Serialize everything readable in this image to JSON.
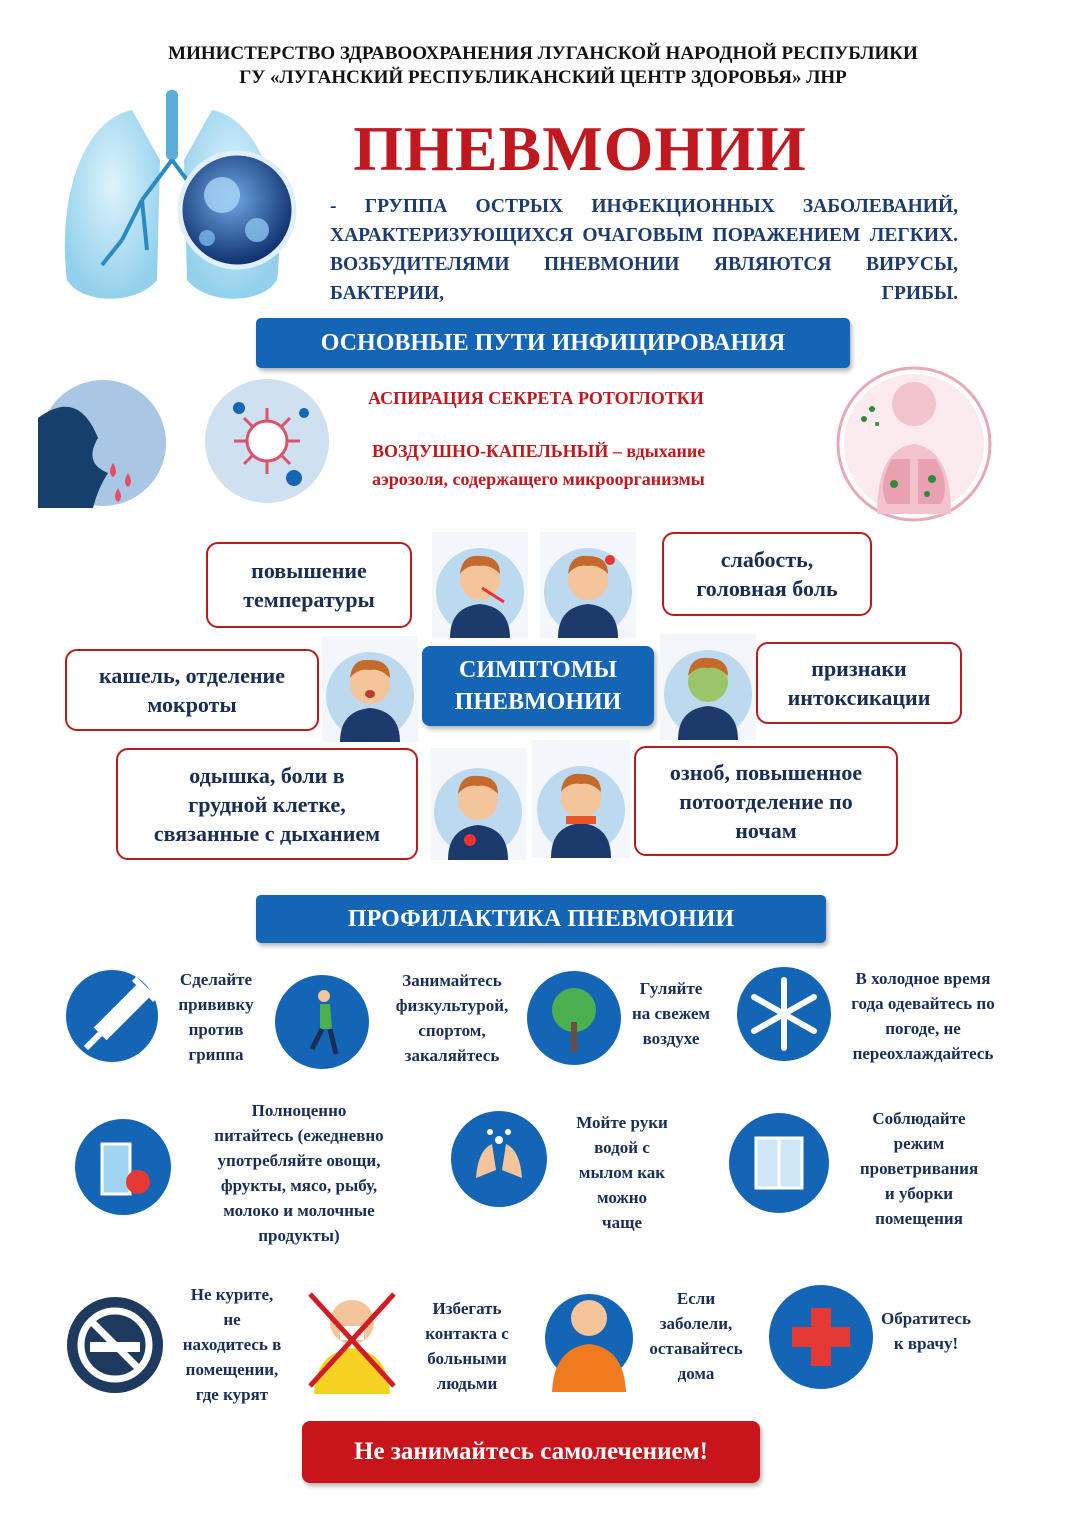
{
  "header": {
    "line1": "МИНИСТЕРСТВО ЗДРАВООХРАНЕНИЯ ЛУГАНСКОЙ НАРОДНОЙ РЕСПУБЛИКИ",
    "line2": "ГУ «ЛУГАНСКИЙ РЕСПУБЛИКАНСКИЙ ЦЕНТР ЗДОРОВЬЯ» ЛНР"
  },
  "title": "ПНЕВМОНИИ",
  "description": "- ГРУППА ОСТРЫХ ИНФЕКЦИОННЫХ ЗАБОЛЕВАНИЙ, ХАРАКТЕРИЗУЮЩИХСЯ ОЧАГОВЫМ ПОРАЖЕНИЕМ ЛЕГКИХ. ВОЗБУДИТЕЛЯМИ ПНЕВМОНИИ ЯВЛЯЮТСЯ ВИРУСЫ, БАКТЕРИИ, ГРИБЫ.",
  "routes": {
    "heading": "ОСНОВНЫЕ ПУТИ ИНФИЦИРОВАНИЯ",
    "aspiration": "АСПИРАЦИЯ СЕКРЕТА РОТОГЛОТКИ",
    "airborne_title": "ВОЗДУШНО-КАПЕЛЬНЫЙ",
    "airborne_rest": " – вдыхание",
    "airborne_line2": "аэрозоля, содержащего микроорганизмы"
  },
  "symptoms": {
    "center_line1": "СИМПТОМЫ",
    "center_line2": "ПНЕВМОНИИ",
    "items": [
      {
        "l1": "повышение",
        "l2": "температуры",
        "l3": ""
      },
      {
        "l1": "слабость,",
        "l2": "головная боль",
        "l3": ""
      },
      {
        "l1": "кашель, отделение",
        "l2": "мокроты",
        "l3": ""
      },
      {
        "l1": "признаки",
        "l2": "интоксикации",
        "l3": ""
      },
      {
        "l1": "одышка, боли в",
        "l2": "грудной клетке,",
        "l3": "связанные с дыханием"
      },
      {
        "l1": "озноб, повышенное",
        "l2": "потоотделение по",
        "l3": "ночам"
      }
    ]
  },
  "prevention": {
    "heading": "ПРОФИЛАКТИКА ПНЕВМОНИИ",
    "items": [
      {
        "icon": "syringe-icon",
        "lines": [
          "Сделайте",
          "прививку",
          "против",
          "гриппа"
        ]
      },
      {
        "icon": "runner-icon",
        "lines": [
          "Занимайтесь",
          "физкультурой,",
          "спортом,",
          "закаляйтесь"
        ]
      },
      {
        "icon": "tree-icon",
        "lines": [
          "Гуляйте",
          "на свежем",
          "воздухе"
        ]
      },
      {
        "icon": "snowflake-icon",
        "lines": [
          "В холодное время",
          "года одевайтесь по",
          "погоде, не",
          "переохлаждайтесь"
        ]
      },
      {
        "icon": "food-icon",
        "lines": [
          "Полноценно",
          "питайтесь (ежедневно",
          "употребляйте овощи,",
          "фрукты, мясо, рыбу,",
          "молоко и молочные",
          "продукты)"
        ]
      },
      {
        "icon": "handwash-icon",
        "lines": [
          "Мойте руки",
          "водой с",
          "мылом как",
          "можно",
          "чаще"
        ]
      },
      {
        "icon": "window-icon",
        "lines": [
          "Соблюдайте",
          "режим",
          "проветривания",
          "и уборки",
          "помещения"
        ]
      },
      {
        "icon": "no-smoking-icon",
        "lines": [
          "Не курите,",
          "не",
          "находитесь в",
          "помещении,",
          "где курят"
        ]
      },
      {
        "icon": "sick-person-crossed-icon",
        "lines": [
          "Избегать",
          "контакта с",
          "больными",
          "людьми"
        ]
      },
      {
        "icon": "stay-home-icon",
        "lines": [
          "Если",
          "заболели,",
          "оставайтесь",
          "дома"
        ]
      },
      {
        "icon": "medical-cross-icon",
        "lines": [
          "Обратитесь",
          "к врачу!"
        ]
      }
    ]
  },
  "warning": "Не занимайтесь самолечением!",
  "colors": {
    "accent_red": "#c1171e",
    "accent_blue": "#1565b6",
    "text_navy": "#1a2e55"
  }
}
